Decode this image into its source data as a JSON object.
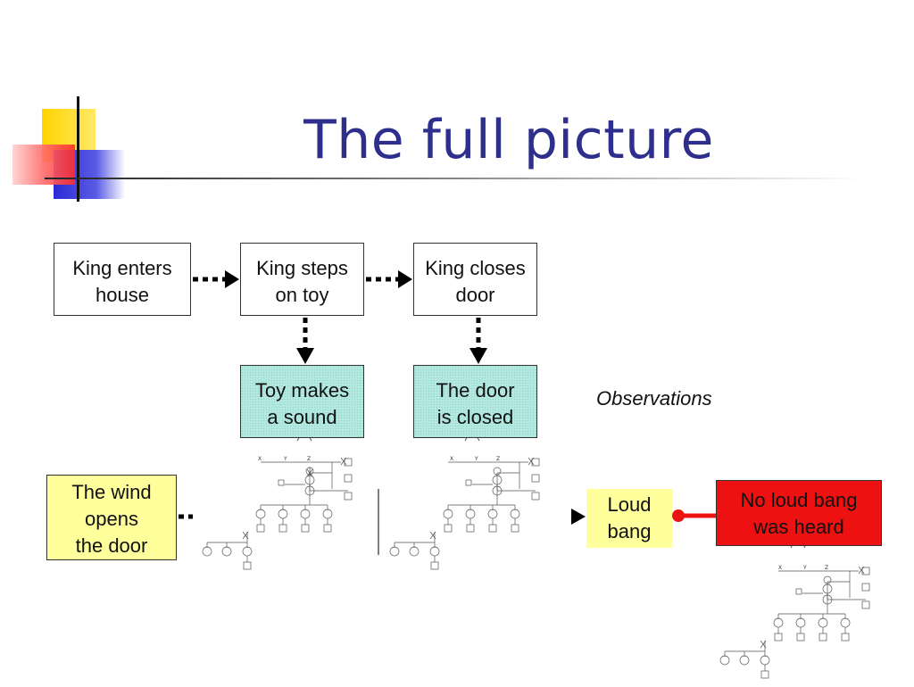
{
  "slide": {
    "title": "The full picture",
    "observations_label": "Observations"
  },
  "nodes": {
    "king_enters": "King enters\nhouse",
    "king_steps": "King steps\non toy",
    "king_closes": "King closes\ndoor",
    "toy_sound": "Toy makes\na sound",
    "door_closed": "The door\nis closed",
    "wind_opens": "The wind\nopens\nthe door",
    "loud_bang": "Loud\nbang",
    "no_loud_bang": "No loud bang\nwas heard"
  },
  "colors": {
    "title": "#2e2e8c",
    "teal_fill": "#b3e8e0",
    "yellow_fill": "#ffff9c",
    "red_fill": "#ee1111",
    "inhibit_line": "#ee1111"
  },
  "network_labels": [
    "X",
    "Y",
    "Z"
  ]
}
